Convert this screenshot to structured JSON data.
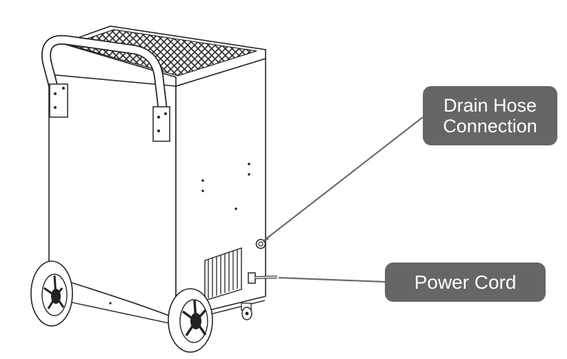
{
  "callouts": {
    "drain_hose": {
      "line1": "Drain Hose",
      "line2": "Connection"
    },
    "power_cord": {
      "label": "Power Cord"
    }
  },
  "colors": {
    "callout_fill": "#666666",
    "callout_text": "#ffffff",
    "line_art": "#222222",
    "leader_line": "#6a6a6a"
  }
}
